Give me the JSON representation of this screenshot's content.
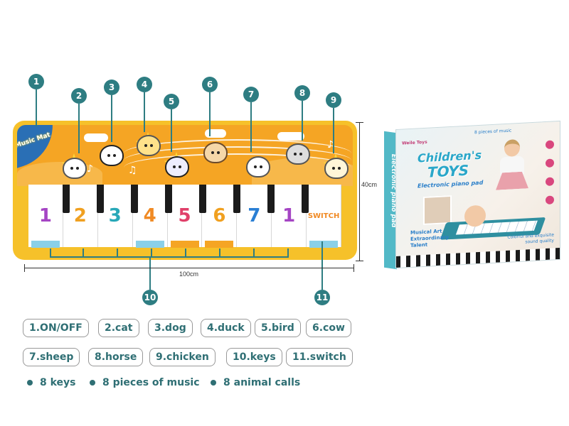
{
  "mat": {
    "logo_text": "Music Mat",
    "keys": [
      {
        "label": "1",
        "color": "#a545c4"
      },
      {
        "label": "2",
        "color": "#f0a020"
      },
      {
        "label": "3",
        "color": "#28a8b8"
      },
      {
        "label": "4",
        "color": "#f08a24"
      },
      {
        "label": "5",
        "color": "#e0406a"
      },
      {
        "label": "6",
        "color": "#f0a020"
      },
      {
        "label": "7",
        "color": "#2a7fd4"
      },
      {
        "label": "1",
        "color": "#a545c4"
      }
    ],
    "switch_label": "SWITCH",
    "width_label": "100cm",
    "height_label": "40cm"
  },
  "callouts": [
    "1",
    "2",
    "3",
    "4",
    "5",
    "6",
    "7",
    "8",
    "9",
    "10",
    "11"
  ],
  "legend": {
    "row1": [
      "1.ON/OFF",
      "2.cat",
      "3.dog",
      "4.duck",
      "5.bird",
      "6.cow"
    ],
    "row2": [
      "7.sheep",
      "8.horse",
      "9.chicken",
      "10.keys",
      "11.switch"
    ]
  },
  "features": [
    "8 keys",
    "8 pieces of music",
    "8 animal calls"
  ],
  "box": {
    "brand": "Weile Toys",
    "title_line1": "Children's",
    "title_line2": "TOYS",
    "subtitle": "Electronic piano pad",
    "top_text": "8 pieces of music",
    "side_text": "Electronic piano pad",
    "badge": "Musical Art Extraordinary Talent",
    "corner_text": "Colorful and exquisite sound quality"
  },
  "colors": {
    "accent": "#2e7d82",
    "mat_yellow": "#f6c12a",
    "mat_orange": "#f5a524"
  }
}
